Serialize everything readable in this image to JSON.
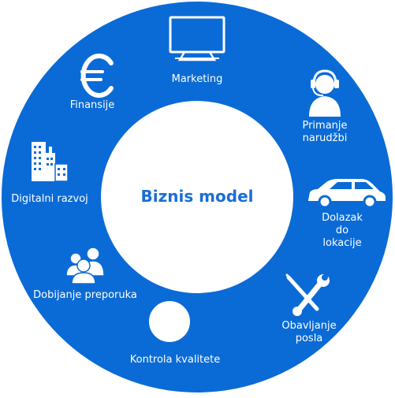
{
  "diagram": {
    "center_label": "Biznis model",
    "ring_color": "#0a6bd6",
    "center_color": "#ffffff",
    "text_color": "#ffffff",
    "title_color": "#1a6ed4",
    "segments": [
      {
        "label": "Marketing",
        "icon": "monitor-icon"
      },
      {
        "label": "Primanje narudžbi",
        "icon": "headset-agent-icon"
      },
      {
        "label": "Dolazak do\nlokacije",
        "icon": "car-icon"
      },
      {
        "label": "Obavljanje\nposla",
        "icon": "tools-icon"
      },
      {
        "label": "Kontrola kvalitete",
        "icon": "magnifier-icon"
      },
      {
        "label": "Dobijanje preporuka",
        "icon": "people-group-icon"
      },
      {
        "label": "Digitalni razvoj",
        "icon": "buildings-icon"
      },
      {
        "label": "Finansije",
        "icon": "euro-icon"
      }
    ]
  }
}
